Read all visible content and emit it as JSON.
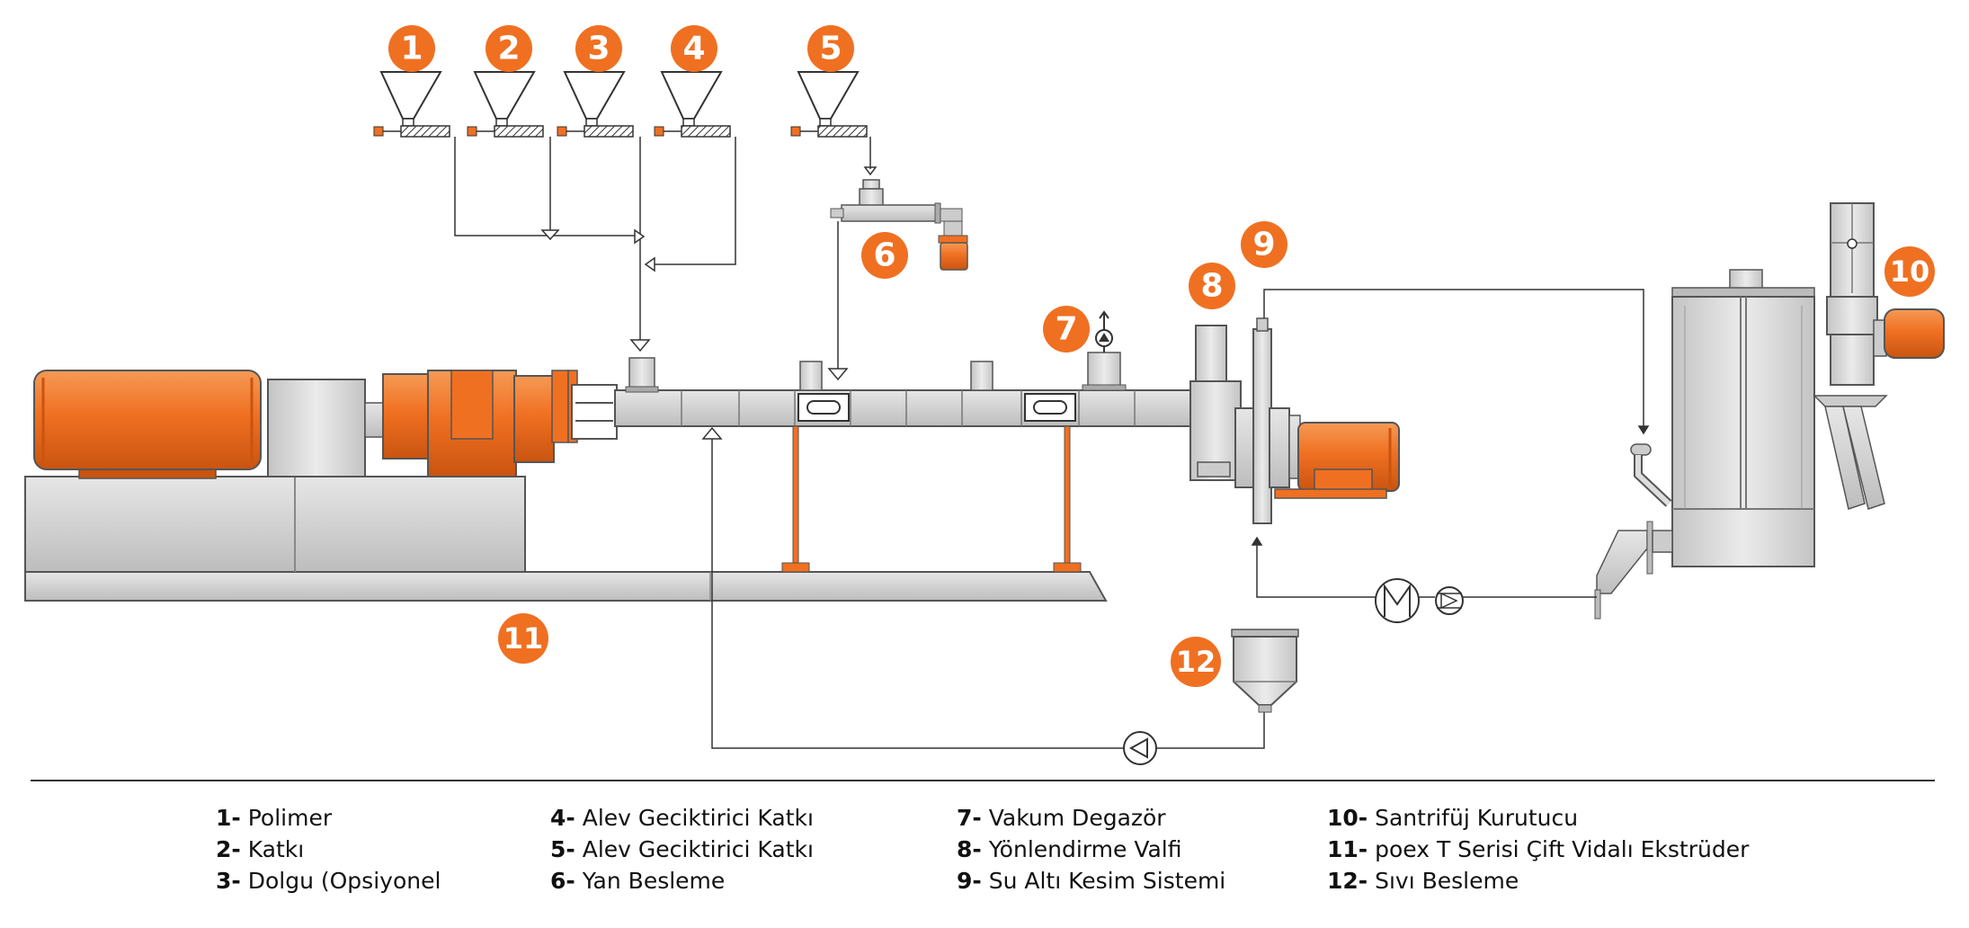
{
  "colors": {
    "accent": "#f07022",
    "line": "#3a3a3a",
    "metal": "#d4d4d4",
    "metal_dark": "#a9a9a9"
  },
  "badges": [
    {
      "num": "1"
    },
    {
      "num": "2"
    },
    {
      "num": "3"
    },
    {
      "num": "4"
    },
    {
      "num": "5"
    },
    {
      "num": "6"
    },
    {
      "num": "7"
    },
    {
      "num": "8"
    },
    {
      "num": "9"
    },
    {
      "num": "10"
    },
    {
      "num": "11"
    },
    {
      "num": "12"
    }
  ],
  "legend": {
    "col1": [
      {
        "num": "1-",
        "text": " Polimer"
      },
      {
        "num": "2-",
        "text": " Katkı"
      },
      {
        "num": "3-",
        "text": " Dolgu (Opsiyonel"
      }
    ],
    "col2": [
      {
        "num": "4-",
        "text": " Alev Geciktirici Katkı"
      },
      {
        "num": "5-",
        "text": " Alev Geciktirici Katkı"
      },
      {
        "num": "6-",
        "text": " Yan Besleme"
      }
    ],
    "col3": [
      {
        "num": "7-",
        "text": " Vakum Degazör"
      },
      {
        "num": "8-",
        "text": " Yönlendirme Valfi"
      },
      {
        "num": "9-",
        "text": " Su Altı Kesim Sistemi"
      }
    ],
    "col4": [
      {
        "num": "10-",
        "text": " Santrifüj Kurutucu"
      },
      {
        "num": "11-",
        "text": " poex T Serisi Çift Vidalı Ekstrüder"
      },
      {
        "num": "12-",
        "text": " Sıvı Besleme"
      }
    ]
  }
}
